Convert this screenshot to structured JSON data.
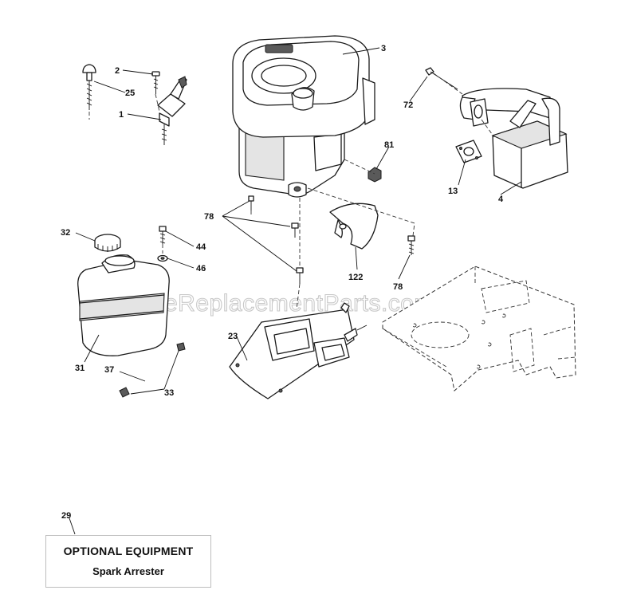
{
  "diagram": {
    "watermark": "eReplacementParts.com",
    "callouts": {
      "c1": "1",
      "c2": "2",
      "c3": "3",
      "c4": "4",
      "c13": "13",
      "c23": "23",
      "c25": "25",
      "c29": "29",
      "c31": "31",
      "c32": "32",
      "c33": "33",
      "c37": "37",
      "c44": "44",
      "c46": "46",
      "c72": "72",
      "c78a": "78",
      "c78b": "78",
      "c81": "81",
      "c122": "122"
    },
    "optional_box": {
      "title": "OPTIONAL EQUIPMENT",
      "item": "Spark Arrester"
    }
  }
}
